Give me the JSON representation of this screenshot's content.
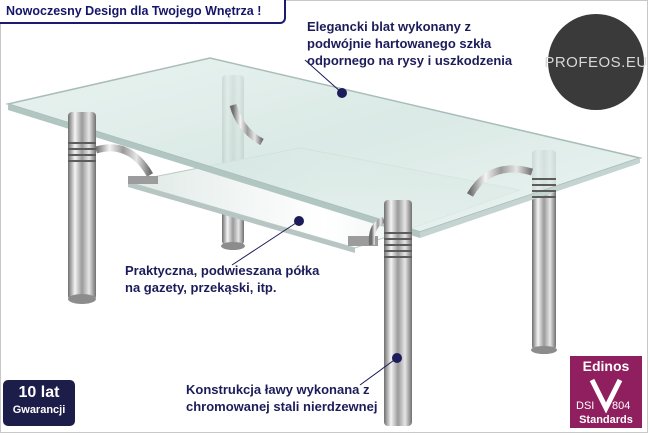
{
  "header": {
    "title": "Nowoczesny Design dla Twojego Wnętrza !"
  },
  "callouts": {
    "glass_top": {
      "line1": "Elegancki blat wykonany z",
      "line2": "podwójnie hartowanego szkła",
      "line3": "odpornego na rysy i uszkodzenia"
    },
    "shelf": {
      "line1": "Praktyczna, podwieszana półka",
      "line2": "na gazety, przekąski, itp."
    },
    "frame": {
      "line1": "Konstrukcja ławy wykonana z",
      "line2": "chromowanej stali nierdzewnej"
    }
  },
  "logo": {
    "text": "PROFEOS.EU"
  },
  "warranty": {
    "line1": "10 lat",
    "line2": "Gwarancji"
  },
  "edinos": {
    "name": "Edinos",
    "left": "DSI",
    "right": "804",
    "bottom": "Standards"
  },
  "colors": {
    "navy": "#1c1c5a",
    "badge_dark": "#1d1d4a",
    "edinos": "#8f1f5e",
    "logo_bg": "#3a3a3a"
  }
}
